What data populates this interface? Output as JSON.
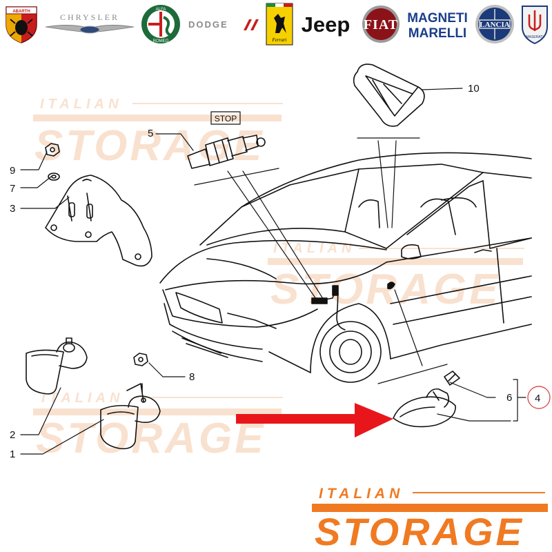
{
  "brand_logos": {
    "abarth": "ABARTH",
    "chrysler": "CHRYSLER",
    "alfa_romeo_top": "ALFA",
    "alfa_romeo_bottom": "ROMEO",
    "dodge": "DODGE",
    "ferrari": "Ferrari",
    "jeep": "Jeep",
    "fiat": "FIAT",
    "magneti_top": "MAGNETI",
    "magneti_bottom": "MARELLI",
    "lancia": "LANCIA",
    "maserati": "MASERATI"
  },
  "colors": {
    "watermark": "#f5c9a8",
    "brand_orange": "#f07a22",
    "arrow_red": "#e8161b",
    "callout_circle": "#d9534f",
    "line": "#111111"
  },
  "diagram": {
    "stop_label": "STOP",
    "callouts": [
      "1",
      "2",
      "3",
      "4",
      "5",
      "6",
      "7",
      "8",
      "9",
      "10"
    ]
  },
  "watermark": {
    "small": "ITALIAN",
    "large": "STORAGE"
  },
  "footer_logo": {
    "small": "ITALIAN",
    "large": "STORAGE"
  }
}
